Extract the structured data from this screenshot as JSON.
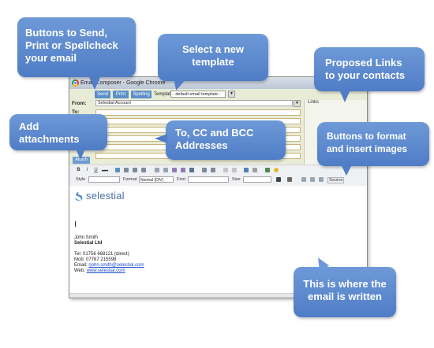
{
  "window": {
    "title": "Email Composer - Google Chrome",
    "title_visible": "Ema",
    "title_partial": "omposer - Google Chrome"
  },
  "toolbar": {
    "send": "Send",
    "print": "Print",
    "spelling": "Spelling",
    "template_label": "Template:",
    "template_value": "- default email template -"
  },
  "form": {
    "from_label": "From:",
    "from_value": "Selestial Account",
    "links_label": "Links",
    "to_label": "To:",
    "attach": "Attach"
  },
  "editor_toolbar": {
    "style_label": "Style",
    "format_label": "Format",
    "format_value": "Normal (DIV)",
    "font_label": "Font",
    "size_label": "Size",
    "source_label": "Source",
    "bold": "B",
    "italic": "I",
    "underline": "U",
    "strike": "ABC"
  },
  "body": {
    "logo": "selestial",
    "name": "John Smith",
    "company": "Selestial Ltd",
    "tel": "Tel: 01756 668121 (direct)",
    "mob": "Mob: 07767 215598",
    "email_label": "Email:",
    "email": "rjohn.smith@selestial.com",
    "web_label": "Web:",
    "web": "www.selestial.com"
  },
  "callouts": {
    "buttons": "Buttons to Send, Print or Spellcheck your email",
    "template": "Select a new template",
    "links": "Proposed Links to your contacts",
    "attach": "Add attachments",
    "addresses": "To, CC and BCC Addresses",
    "format": "Buttons to format and insert images",
    "written": "This is where the email is written"
  },
  "colors": {
    "callout": "#5a88cc",
    "button": "#5b8fc7",
    "form_bg": "#e9ecd7",
    "link": "#1a4fd0"
  }
}
